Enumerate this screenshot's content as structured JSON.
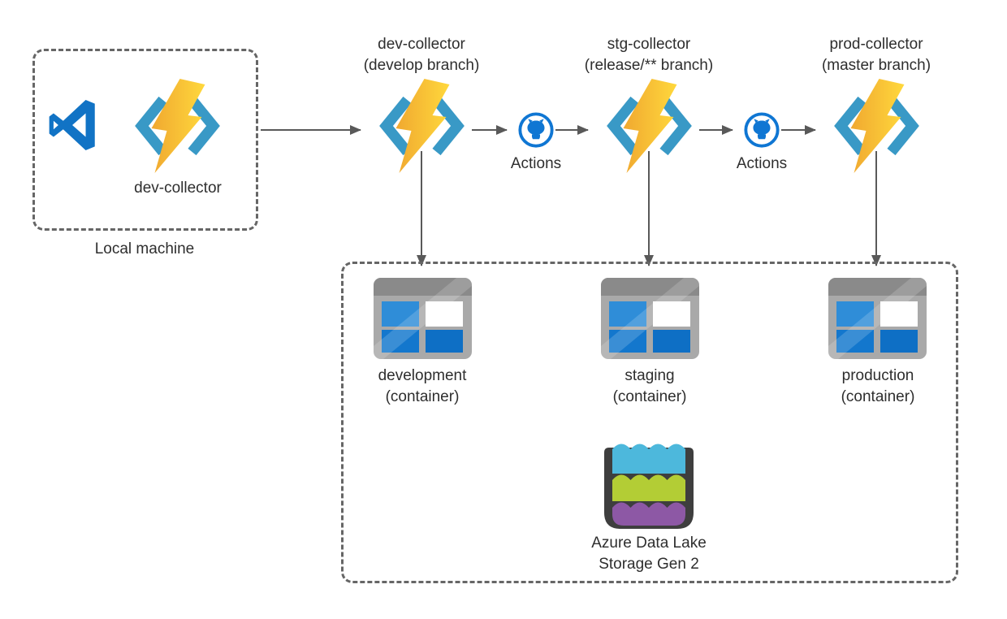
{
  "diagram_title": "",
  "local_machine": {
    "box_label": "Local machine",
    "function_label": "dev-collector"
  },
  "collectors": [
    {
      "name": "dev-collector",
      "branch": "(develop branch)"
    },
    {
      "name": "stg-collector",
      "branch": "(release/** branch)"
    },
    {
      "name": "prod-collector",
      "branch": "(master branch)"
    }
  ],
  "actions": [
    {
      "label": "Actions"
    },
    {
      "label": "Actions"
    }
  ],
  "containers": [
    {
      "name": "development",
      "sub": "(container)"
    },
    {
      "name": "staging",
      "sub": "(container)"
    },
    {
      "name": "production",
      "sub": "(container)"
    }
  ],
  "datalake": {
    "line1": "Azure Data Lake",
    "line2": "Storage Gen 2"
  },
  "icons": {
    "vscode": "vscode-icon",
    "azure_functions": "azure-functions-icon",
    "github_actions": "github-actions-icon",
    "storage_container": "storage-container-icon",
    "data_lake": "data-lake-storage-icon"
  },
  "colors": {
    "text": "#2e2e2e",
    "line": "#595959",
    "dash": "#666666",
    "func-blue": "#3999c6",
    "bolt-from": "#f0a830",
    "bolt-to": "#ffd83c",
    "gh-blue": "#0f76d3",
    "vscode-blue": "#1173c5",
    "cont-frame": "#a9a9a9",
    "cont-header": "#8a8a8a",
    "cell1": "#2f8dd8",
    "cell2": "#1377cd",
    "cell3": "#0e6fc5",
    "lake-body": "#3e3e3e",
    "lake-blue": "#4db8dc",
    "lake-green": "#b3cd35",
    "lake-purple": "#8d58a5"
  }
}
